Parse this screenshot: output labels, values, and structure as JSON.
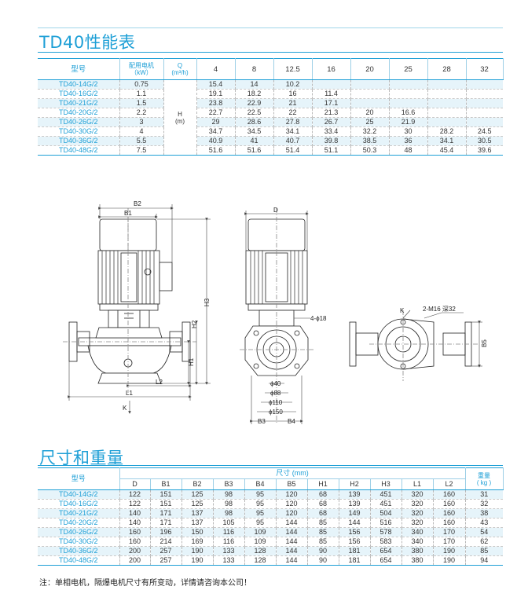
{
  "perf": {
    "title": "TD40性能表",
    "header": {
      "model": "型号",
      "motor_line1": "配用电机",
      "motor_line2": "（kW）",
      "q_line1": "Q",
      "q_line2": "(m³/h)",
      "flows": [
        "4",
        "8",
        "12.5",
        "16",
        "20",
        "25",
        "28",
        "32"
      ]
    },
    "h_label": "H",
    "h_unit": "(m)",
    "rows": [
      {
        "model": "TD40-14G/2",
        "kw": "0.75",
        "h": [
          "15.4",
          "14",
          "10.2",
          "",
          "",
          "",
          "",
          ""
        ]
      },
      {
        "model": "TD40-16G/2",
        "kw": "1.1",
        "h": [
          "19.1",
          "18.2",
          "16",
          "11.4",
          "",
          "",
          "",
          ""
        ]
      },
      {
        "model": "TD40-21G/2",
        "kw": "1.5",
        "h": [
          "23.8",
          "22.9",
          "21",
          "17.1",
          "",
          "",
          "",
          ""
        ]
      },
      {
        "model": "TD40-20G/2",
        "kw": "2.2",
        "h": [
          "22.7",
          "22.5",
          "22",
          "21.3",
          "20",
          "16.6",
          "",
          ""
        ]
      },
      {
        "model": "TD40-26G/2",
        "kw": "3",
        "h": [
          "29",
          "28.6",
          "27.8",
          "26.7",
          "25",
          "21.9",
          "",
          ""
        ]
      },
      {
        "model": "TD40-30G/2",
        "kw": "4",
        "h": [
          "34.7",
          "34.5",
          "34.1",
          "33.4",
          "32.2",
          "30",
          "28.2",
          "24.5"
        ]
      },
      {
        "model": "TD40-36G/2",
        "kw": "5.5",
        "h": [
          "40.9",
          "41",
          "40.7",
          "39.8",
          "38.5",
          "36",
          "34.1",
          "30.5"
        ]
      },
      {
        "model": "TD40-48G/2",
        "kw": "7.5",
        "h": [
          "51.6",
          "51.6",
          "51.4",
          "51.1",
          "50.3",
          "48",
          "45.4",
          "39.6"
        ]
      }
    ]
  },
  "drawing": {
    "front": {
      "b1": "B1",
      "b2": "B2",
      "h1": "H1",
      "h2": "H2",
      "h3": "H3",
      "l1": "L1",
      "l2": "L2",
      "k": "K"
    },
    "side": {
      "d": "D",
      "holes": "4-ϕ18",
      "d40": "ϕ40",
      "d88": "ϕ88",
      "d110": "ϕ110",
      "d150": "ϕ150",
      "b3": "B3",
      "b4": "B4"
    },
    "top": {
      "k": "K",
      "bolt": "2-M16 深32",
      "b5": "B5"
    }
  },
  "dims": {
    "title": "尺寸和重量",
    "header": {
      "model": "型号",
      "group": "尺寸 (mm)",
      "weight_line1": "重量",
      "weight_line2": "( kg )",
      "cols": [
        "D",
        "B1",
        "B2",
        "B3",
        "B4",
        "B5",
        "H1",
        "H2",
        "H3",
        "L1",
        "L2"
      ]
    },
    "rows": [
      {
        "model": "TD40-14G/2",
        "v": [
          "122",
          "151",
          "125",
          "98",
          "95",
          "120",
          "68",
          "139",
          "451",
          "320",
          "160",
          "31"
        ]
      },
      {
        "model": "TD40-16G/2",
        "v": [
          "122",
          "151",
          "125",
          "98",
          "95",
          "120",
          "68",
          "139",
          "451",
          "320",
          "160",
          "32"
        ]
      },
      {
        "model": "TD40-21G/2",
        "v": [
          "140",
          "171",
          "137",
          "98",
          "95",
          "120",
          "68",
          "149",
          "504",
          "320",
          "160",
          "38"
        ]
      },
      {
        "model": "TD40-20G/2",
        "v": [
          "140",
          "171",
          "137",
          "105",
          "95",
          "144",
          "85",
          "144",
          "516",
          "320",
          "160",
          "43"
        ]
      },
      {
        "model": "TD40-26G/2",
        "v": [
          "160",
          "196",
          "150",
          "116",
          "109",
          "144",
          "85",
          "156",
          "578",
          "340",
          "170",
          "54"
        ]
      },
      {
        "model": "TD40-30G/2",
        "v": [
          "160",
          "214",
          "169",
          "116",
          "109",
          "144",
          "85",
          "156",
          "583",
          "340",
          "170",
          "62"
        ]
      },
      {
        "model": "TD40-36G/2",
        "v": [
          "200",
          "257",
          "190",
          "133",
          "128",
          "144",
          "90",
          "181",
          "654",
          "380",
          "190",
          "85"
        ]
      },
      {
        "model": "TD40-48G/2",
        "v": [
          "200",
          "257",
          "190",
          "133",
          "128",
          "144",
          "90",
          "181",
          "654",
          "380",
          "190",
          "94"
        ]
      }
    ]
  },
  "note": "注：单相电机，隔爆电机尺寸有所变动，详情请咨询本公司！"
}
